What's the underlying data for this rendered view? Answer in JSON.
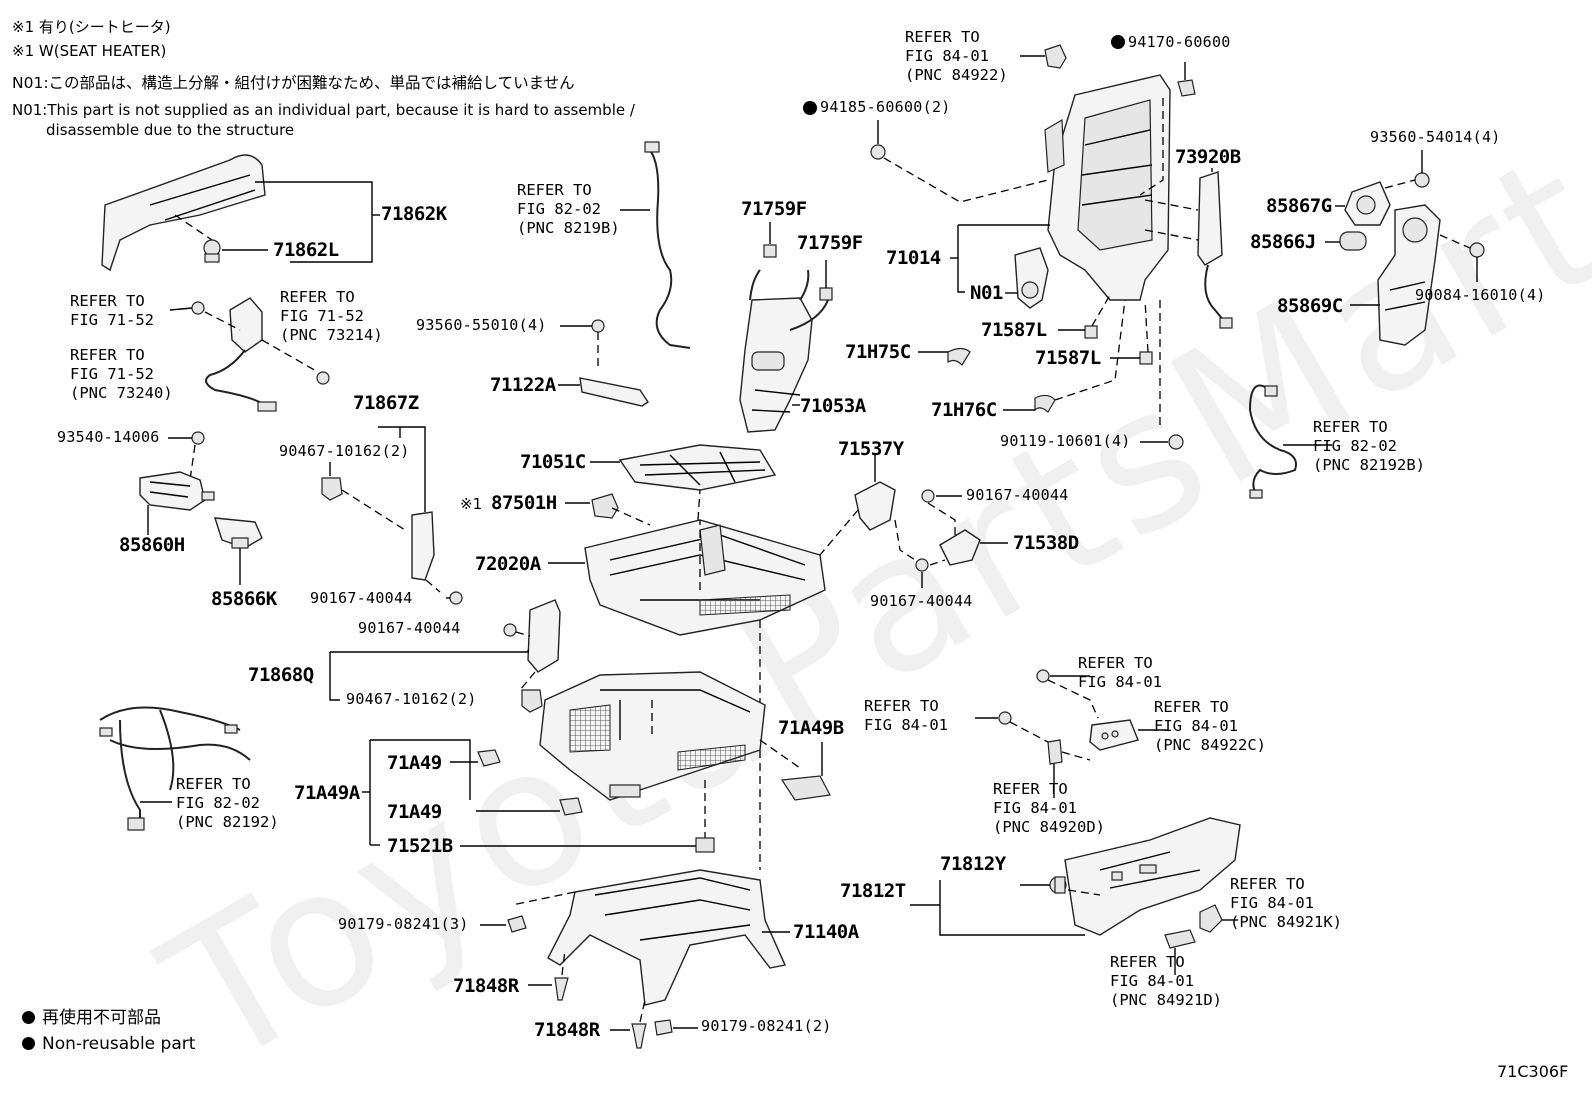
{
  "notes": {
    "line1": "※1 有り(シートヒータ)",
    "line2": "※1 W(SEAT HEATER)",
    "line3": "N01:この部品は、構造上分解・組付けが困難なため、単品では補給していません",
    "line4": "N01:This part is not supplied as an individual part, because it is hard to assemble /",
    "line5": "disassemble due to the structure"
  },
  "watermark": "ToyotaPartsMart.ru",
  "figure_code": "71C306F",
  "legend": {
    "jp": "再使用不可部品",
    "en": "Non-reusable part"
  },
  "parts": {
    "p71862K": "71862K",
    "p71862L": "71862L",
    "p71867Z": "71867Z",
    "p90467_10162_2a": "90467-10162(2)",
    "p93540_14006": "93540-14006",
    "p85860H": "85860H",
    "p85866K": "85866K",
    "p90167_40044a": "90167-40044",
    "p90167_40044b": "90167-40044",
    "p71868Q": "71868Q",
    "p90467_10162_2b": "90467-10162(2)",
    "p93560_55010": "93560-55010(4)",
    "p71122A": "71122A",
    "p71759F_a": "71759F",
    "p71759F_b": "71759F",
    "p71053A": "71053A",
    "p71051C": "71051C",
    "p87501H": "87501H",
    "p87501H_mark": "※1",
    "p72020A": "72020A",
    "p71537Y": "71537Y",
    "p90167_40044c": "90167-40044",
    "p71538D": "71538D",
    "p90167_40044d": "90167-40044",
    "p71A49B": "71A49B",
    "p71A49A": "71A49A",
    "p71A49_a": "71A49",
    "p71A49_b": "71A49",
    "p71521B": "71521B",
    "p90179_08241_3": "90179-08241(3)",
    "p71140A": "71140A",
    "p71848R_a": "71848R",
    "p71848R_b": "71848R",
    "p90179_08241_2": "90179-08241(2)",
    "p94170_60600": "94170-60600",
    "p94185_60600": "94185-60600(2)",
    "p73920B": "73920B",
    "p71014": "71014",
    "pN01": "N01",
    "p71587L_a": "71587L",
    "p71587L_b": "71587L",
    "p71H75C": "71H75C",
    "p71H76C": "71H76C",
    "p90119_10601": "90119-10601(4)",
    "p93560_54014": "93560-54014(4)",
    "p85867G": "85867G",
    "p85866J": "85866J",
    "p85869C": "85869C",
    "p90084_16010": "90084-16010(4)",
    "p71812Y": "71812Y",
    "p71812T": "71812T"
  },
  "refs": {
    "r_fig84_pnc84922": [
      "REFER TO",
      "FIG 84-01",
      "(PNC 84922)"
    ],
    "r_fig82_pnc8219B": [
      "REFER TO",
      "FIG 82-02",
      "(PNC 8219B)"
    ],
    "r_fig71_a": [
      "REFER TO",
      "FIG 71-52"
    ],
    "r_fig71_pnc73214": [
      "REFER TO",
      "FIG 71-52",
      "(PNC 73214)"
    ],
    "r_fig71_pnc73240": [
      "REFER TO",
      "FIG 71-52",
      "(PNC 73240)"
    ],
    "r_fig82_pnc82192B": [
      "REFER TO",
      "FIG 82-02",
      "(PNC 82192B)"
    ],
    "r_fig82_pnc82192": [
      "REFER TO",
      "FIG 82-02",
      "(PNC 82192)"
    ],
    "r_fig84_top": [
      "REFER TO",
      "FIG 84-01"
    ],
    "r_fig84_left": [
      "REFER TO",
      "FIG 84-01"
    ],
    "r_fig84_pnc84922C": [
      "REFER TO",
      "FIG 84-01",
      "(PNC 84922C)"
    ],
    "r_fig84_pnc84920D": [
      "REFER TO",
      "FIG 84-01",
      "(PNC 84920D)"
    ],
    "r_fig84_pnc84921K": [
      "REFER TO",
      "FIG 84-01",
      "(PNC 84921K)"
    ],
    "r_fig84_pnc84921D": [
      "REFER TO",
      "FIG 84-01",
      "(PNC 84921D)"
    ]
  }
}
